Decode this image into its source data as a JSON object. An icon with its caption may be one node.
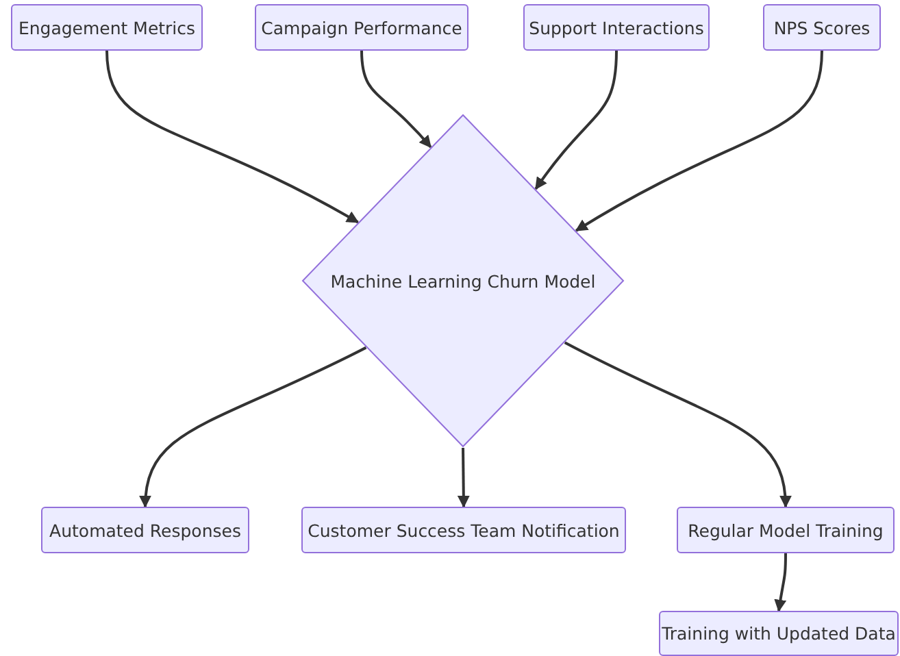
{
  "diagram": {
    "nodes": [
      {
        "text": [
          "Engagement Metrics"
        ]
      },
      {
        "text": [
          "Campaign Performance"
        ]
      },
      {
        "text": [
          "Support Interactions"
        ]
      },
      {
        "text": [
          "NPS Scores"
        ]
      },
      {
        "text": [
          "Machine Learning Churn Model"
        ]
      },
      {
        "text": [
          "Automated Responses"
        ]
      },
      {
        "text": [
          "Customer Success Team Notification"
        ]
      },
      {
        "text": [
          "Regular Model Training"
        ]
      },
      {
        "text": [
          "Training with Updated Data"
        ]
      }
    ],
    "edges": [
      {
        "from": 0,
        "to": 4,
        "arrow": "to"
      },
      {
        "from": 1,
        "to": 4,
        "arrow": "to"
      },
      {
        "from": 2,
        "to": 4,
        "arrow": "to"
      },
      {
        "from": 3,
        "to": 4,
        "arrow": "to"
      },
      {
        "from": 4,
        "to": 5,
        "arrow": "to"
      },
      {
        "from": 4,
        "to": 6,
        "arrow": "to"
      },
      {
        "from": 4,
        "to": 7,
        "arrow": "to"
      },
      {
        "from": 7,
        "to": 8,
        "arrow": "to"
      }
    ]
  }
}
